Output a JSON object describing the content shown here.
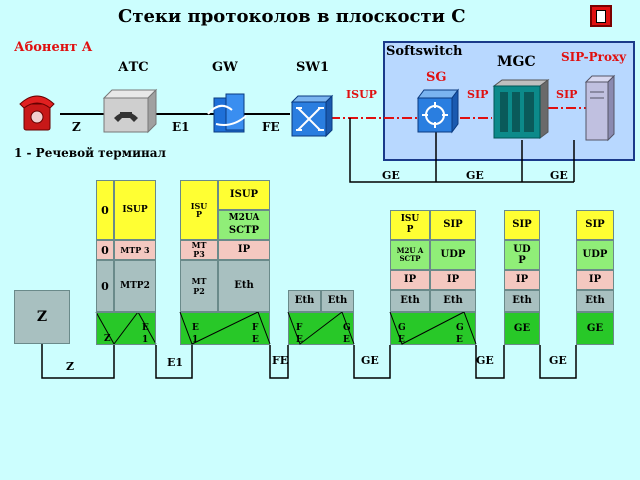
{
  "title": "Стеки протоколов в плоскости С",
  "subscriber": "Абонент А",
  "terminal_caption": "1 - Речевой терминал",
  "nodes": {
    "atc": "АТС",
    "gw": "GW",
    "sw1": "SW1",
    "softswitch": "Softswitch",
    "sg": "SG",
    "mgc": "MGC",
    "sip_proxy": "SIP-Proxy"
  },
  "links": {
    "z": "Z",
    "e1": "E1",
    "fe": "FE",
    "isup": "ISUP",
    "sip1": "SIP",
    "sip2": "SIP",
    "ge1": "GE",
    "ge2": "GE",
    "ge3": "GE"
  },
  "stacks": {
    "terminal": {
      "z": "Z"
    },
    "atc": {
      "n1": "0",
      "isup": "ISUP",
      "n2": "0",
      "mtp3": "МТР 3",
      "n3": "0",
      "mtp2": "МТР2",
      "z": "Z",
      "e1": "E 1"
    },
    "gw": {
      "isup_left": "ISU P",
      "isup": "ISUP",
      "m2ua": "M2UA",
      "sctp": "SCTP",
      "mtp3": "МТ Р3",
      "ip": "IP",
      "mtp2": "МТ Р2",
      "eth": "Eth",
      "e1": "E 1",
      "fe": "F E"
    },
    "sw1": {
      "eth1": "Eth",
      "eth2": "Eth",
      "fe": "F E",
      "ge": "G E"
    },
    "sg": {
      "isup": "ISU P",
      "sip": "SIP",
      "m2ua": "M2U A SCTP",
      "udp": "UDP",
      "ip1": "IP",
      "ip2": "IP",
      "eth1": "Eth",
      "eth2": "Eth",
      "ge1": "G E",
      "ge2": "G E"
    },
    "mgc": {
      "sip": "SIP",
      "udp": "UD P",
      "ip": "IP",
      "eth": "Eth",
      "ge": "GE"
    },
    "proxy": {
      "sip": "SIP",
      "udp": "UDP",
      "ip": "IP",
      "eth": "Eth",
      "ge": "GE"
    }
  },
  "bottom_labels": {
    "z": "Z",
    "e1": "E1",
    "fe": "FE",
    "ge1": "GE",
    "ge2": "GE",
    "ge3": "GE"
  },
  "colors": {
    "background": "#ccfefe",
    "isup_layer": "#ffff33",
    "mtp_layer": "#f4c8c0",
    "adapt_layer": "#90ee78",
    "eth_layer": "#a8c0c0",
    "phys_layer": "#28c828",
    "title_red": "#e01010"
  },
  "icons": {
    "corner": "document-icon",
    "phone": "phone-icon",
    "atc": "exchange-icon",
    "gw": "gateway-icon",
    "sw1": "switch-icon",
    "sg": "router-icon",
    "mgc": "server-icon",
    "proxy": "server-tower-icon"
  }
}
